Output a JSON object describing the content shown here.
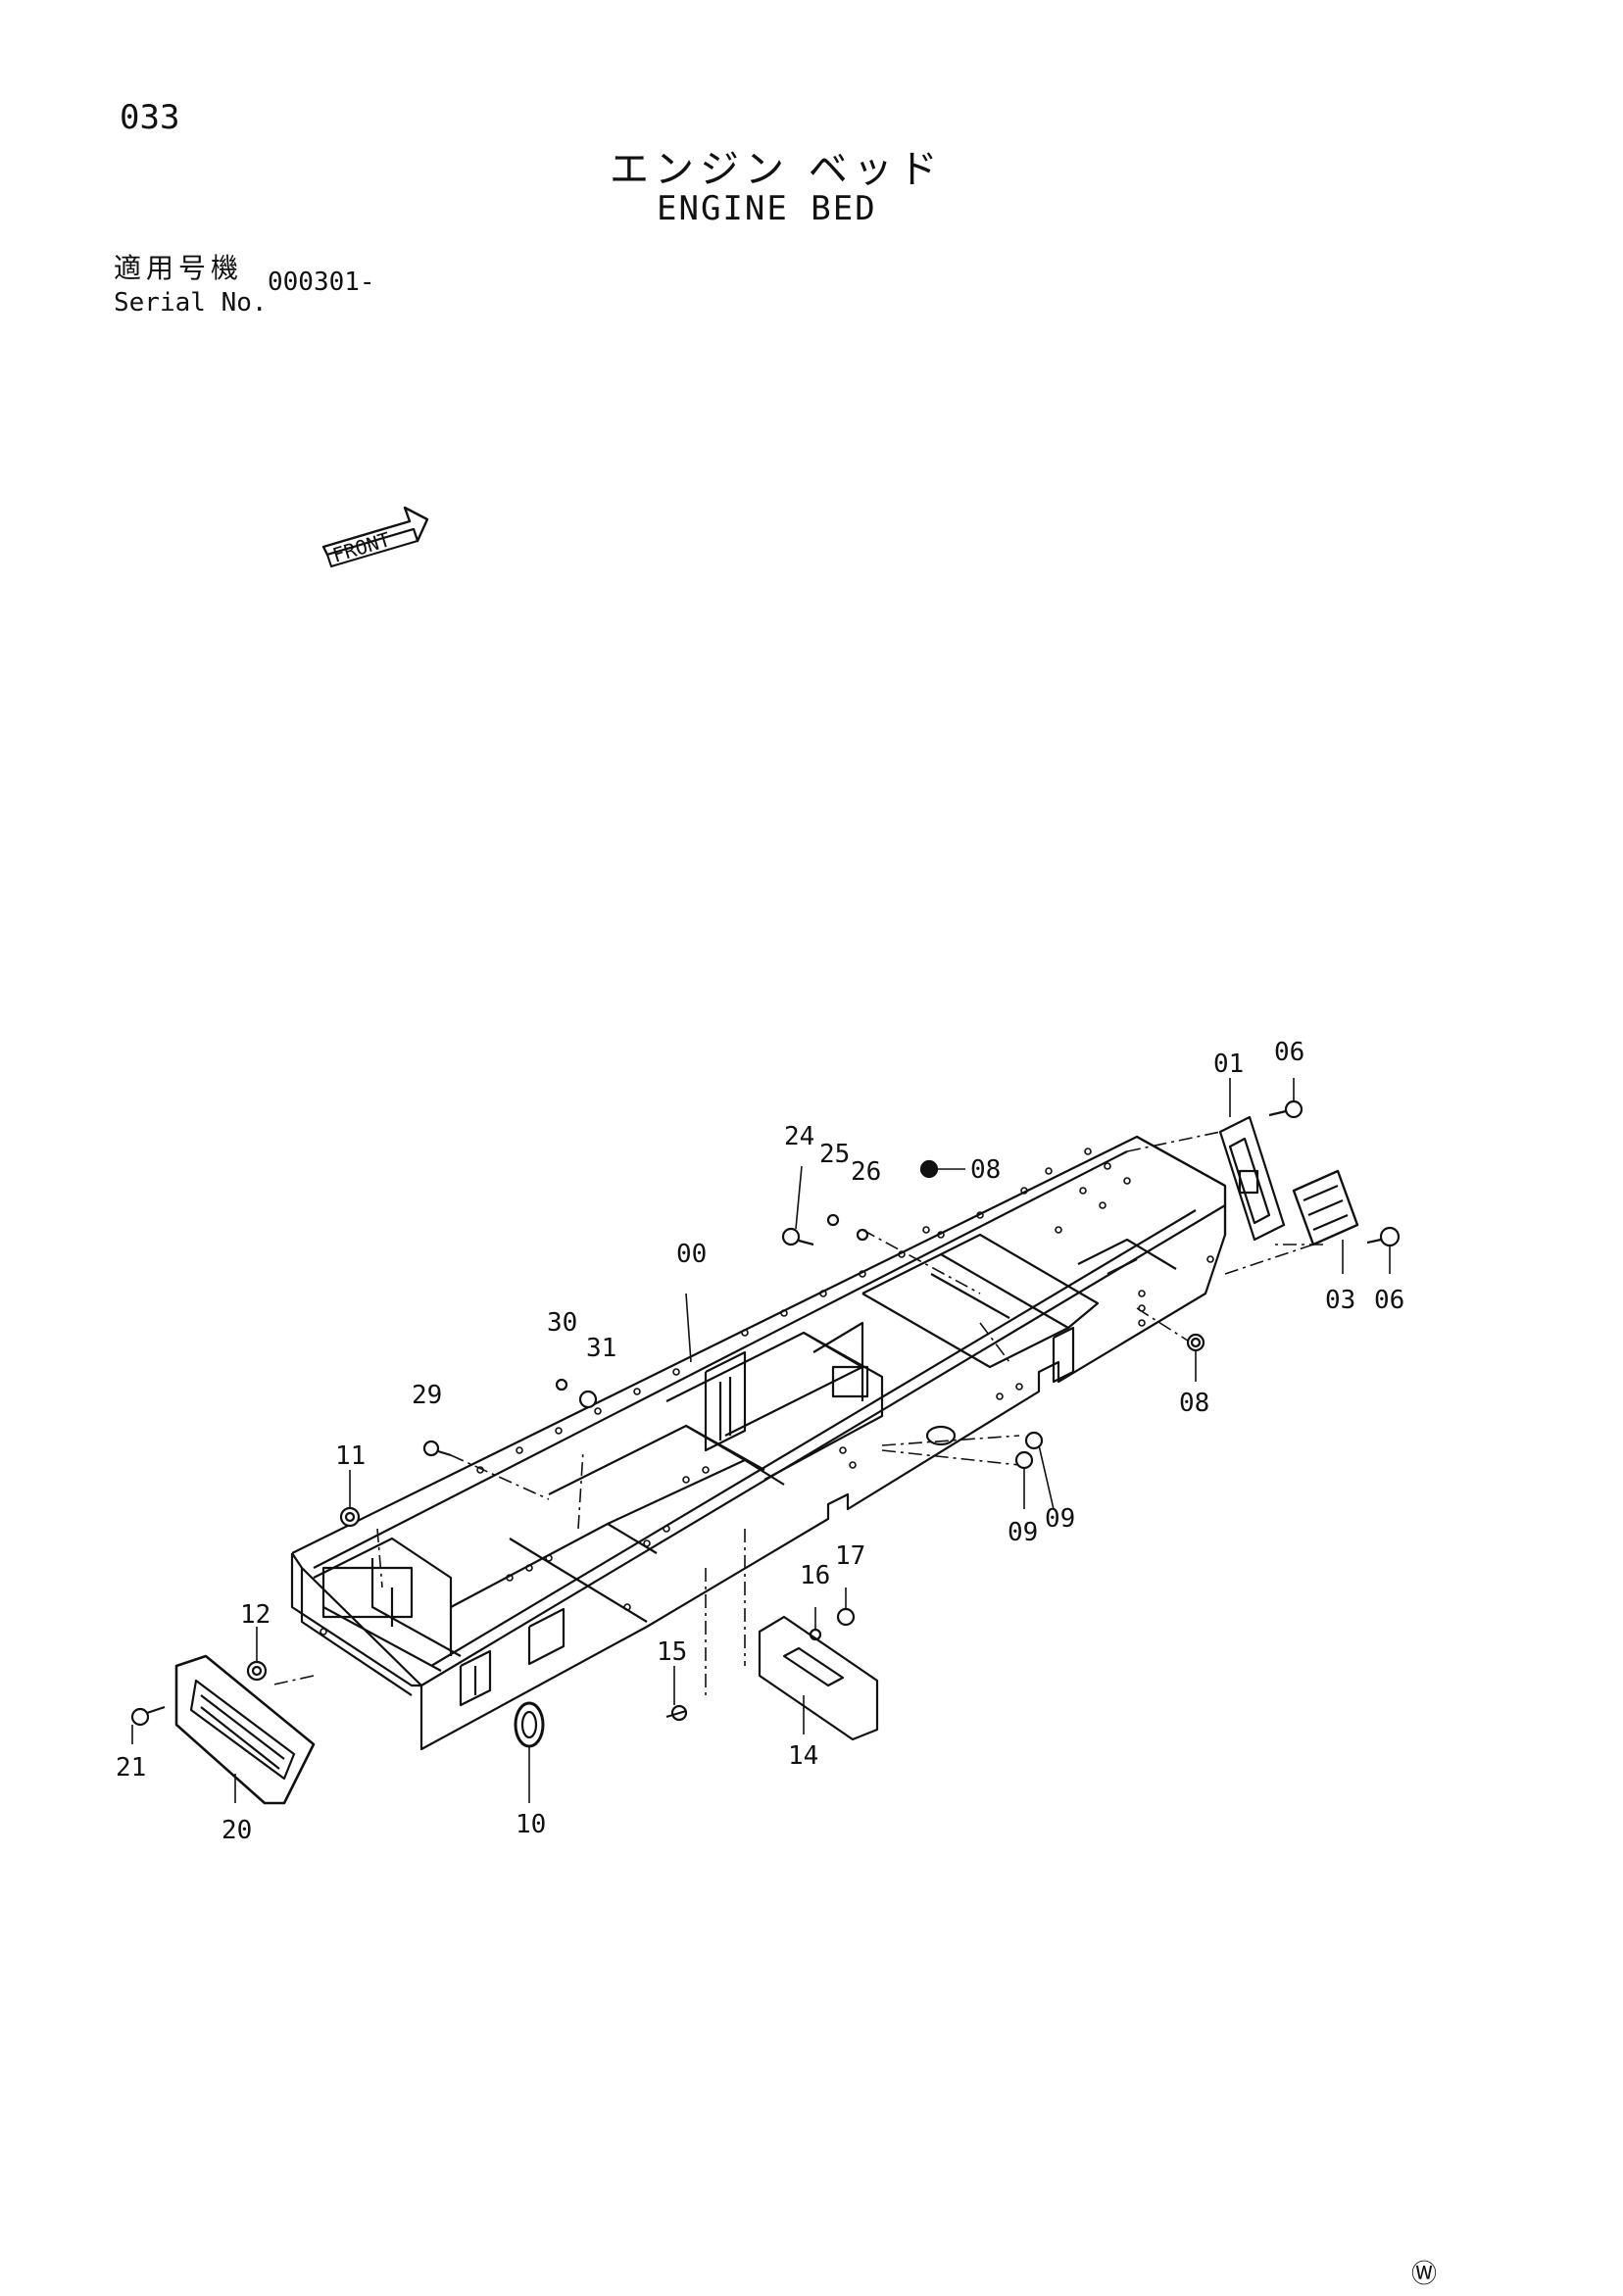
{
  "page_number": "033",
  "title_jp": "エンジン ベッド",
  "title_en": "ENGINE BED",
  "serial_label_jp": "適用号機",
  "serial_label_en": "Serial No.",
  "serial_value": "000301-",
  "front_label": "FRONT",
  "circle_mark": "Ⓦ",
  "callouts": [
    "00",
    "01",
    "03",
    "06",
    "06",
    "08",
    "08",
    "09",
    "09",
    "10",
    "11",
    "12",
    "14",
    "15",
    "16",
    "17",
    "20",
    "21",
    "24",
    "25",
    "26",
    "29",
    "30",
    "31"
  ]
}
